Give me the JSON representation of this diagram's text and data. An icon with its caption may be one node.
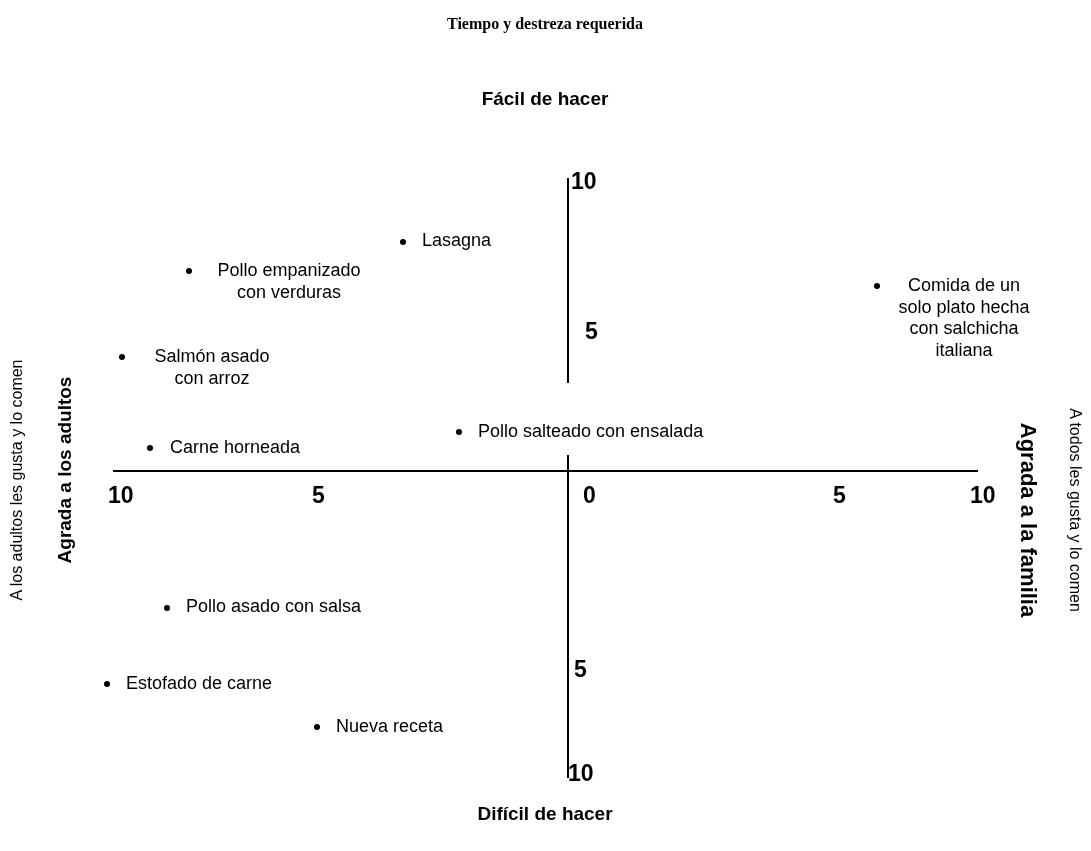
{
  "diagram": {
    "title": "Tiempo y destreza requerida",
    "labels": [
      "Fácil de hacer",
      "10",
      "Lasagna",
      "Pollo empanizado con verduras",
      "Comida de un solo plato hecha con salchicha italiana",
      "5",
      "Salmón asado con arroz",
      "Carne horneada",
      "Pollo salteado con ensalada",
      "10",
      "5",
      "0",
      "5",
      "10",
      "Pollo asado con salsa",
      "5",
      "Estofado de carne",
      "Nueva receta",
      "10",
      "Difícil de hacer",
      "A los adultos les gusta y lo comen",
      "Agrada a los adultos",
      "Agrada a la familia",
      "A todos les gusta y lo comen"
    ]
  }
}
